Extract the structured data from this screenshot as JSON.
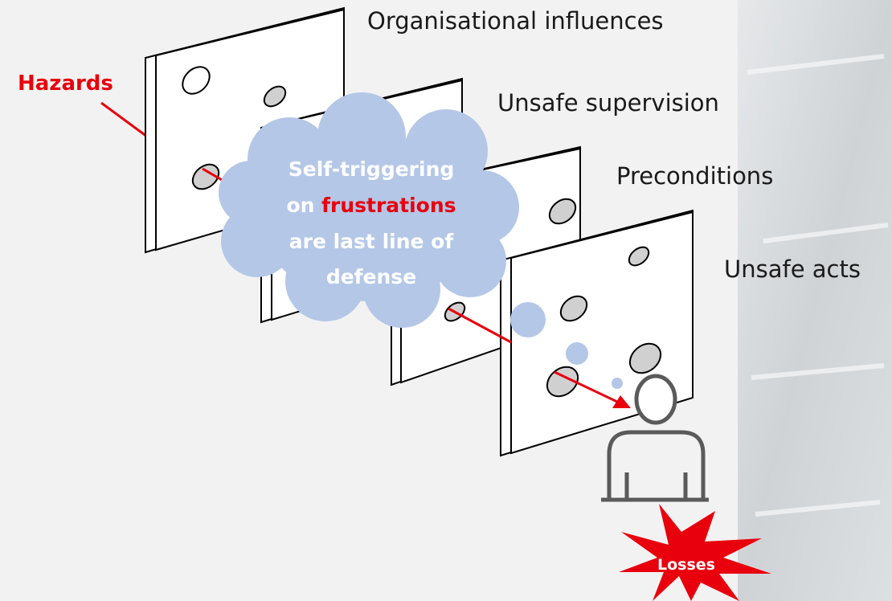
{
  "labels": {
    "organisational": "Organisational influences",
    "supervision": "Unsafe supervision",
    "preconditions": "Preconditions",
    "acts": "Unsafe acts"
  },
  "hazards": "Hazards",
  "cloud": {
    "line1": "Self-triggering",
    "line2_prefix": "on ",
    "line2_highlight": "frustrations",
    "line3": "are last line of",
    "line4": "defense"
  },
  "losses": "Losses",
  "colors": {
    "accent_red": "#e8000d",
    "cloud_fill": "#b4c7e7",
    "background": "#f2f2f2",
    "outline": "#000000",
    "hole_fill": "#d0d0d0",
    "person": "#5a5a5a"
  }
}
